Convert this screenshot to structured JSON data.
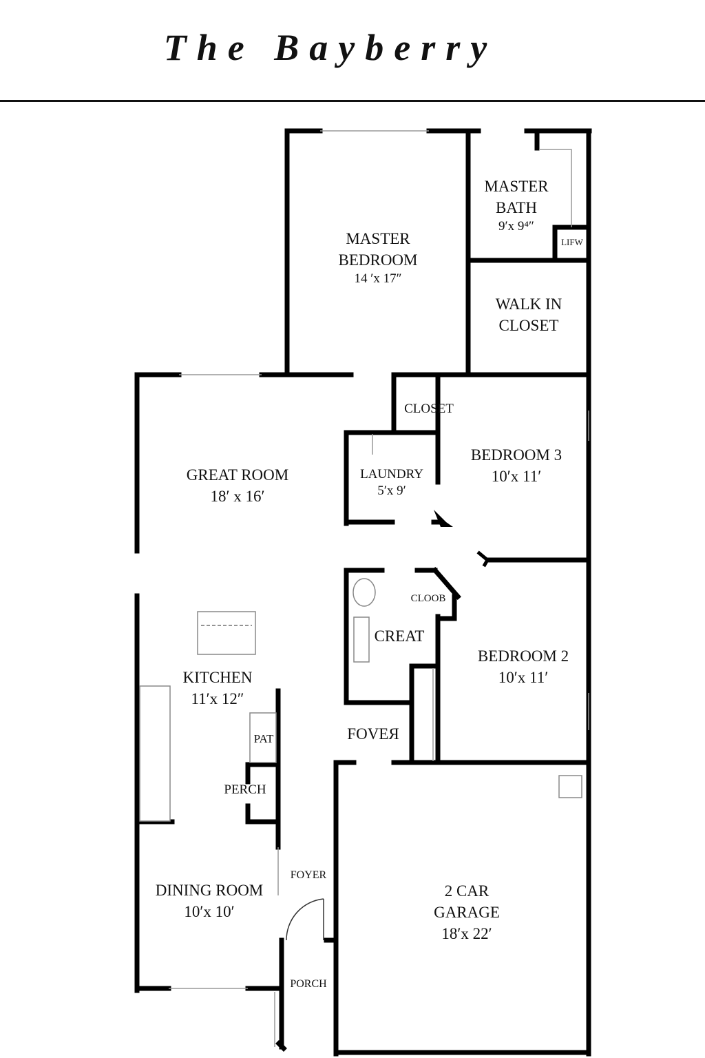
{
  "title": "The Bayberry",
  "rooms": {
    "master_bedroom": {
      "name": "MASTER BEDROOM",
      "line1": "MASTER",
      "line2": "BEDROOM",
      "size": "14 ′x 17″"
    },
    "master_bath": {
      "line1": "MASTER",
      "line2": "BATH",
      "size": "9′x 9⁴″"
    },
    "wic_small": {
      "name": "LIFW"
    },
    "walk_in_closet": {
      "line1": "WALK IN",
      "line2": "CLOSET"
    },
    "closet": {
      "name": "CLOSET"
    },
    "laundry": {
      "name": "LAUNDRY",
      "size": "5′x 9′"
    },
    "bedroom3": {
      "name": "BEDROOM 3",
      "size": "10′x 11′"
    },
    "great_room": {
      "name": "GREAT ROOM",
      "size": "18′ x 16′"
    },
    "cloob": {
      "name": "CLOOB"
    },
    "creat": {
      "name": "CREAT"
    },
    "bedroom2": {
      "name": "BEDROOM 2",
      "size": "10′x 11′"
    },
    "kitchen": {
      "name": "KITCHEN",
      "size": "11′x 12″"
    },
    "pat": {
      "name": "PAT"
    },
    "perch": {
      "name": "PERCH"
    },
    "fover": {
      "name": "FOVEЯ"
    },
    "foyer": {
      "name": "FOYER"
    },
    "dining_room": {
      "name": "DINING ROOM",
      "size": "10′x 10′"
    },
    "porch": {
      "name": "PORCH"
    },
    "garage": {
      "line1": "2 CAR",
      "line2": "GARAGE",
      "size": "18′x 22′"
    }
  }
}
